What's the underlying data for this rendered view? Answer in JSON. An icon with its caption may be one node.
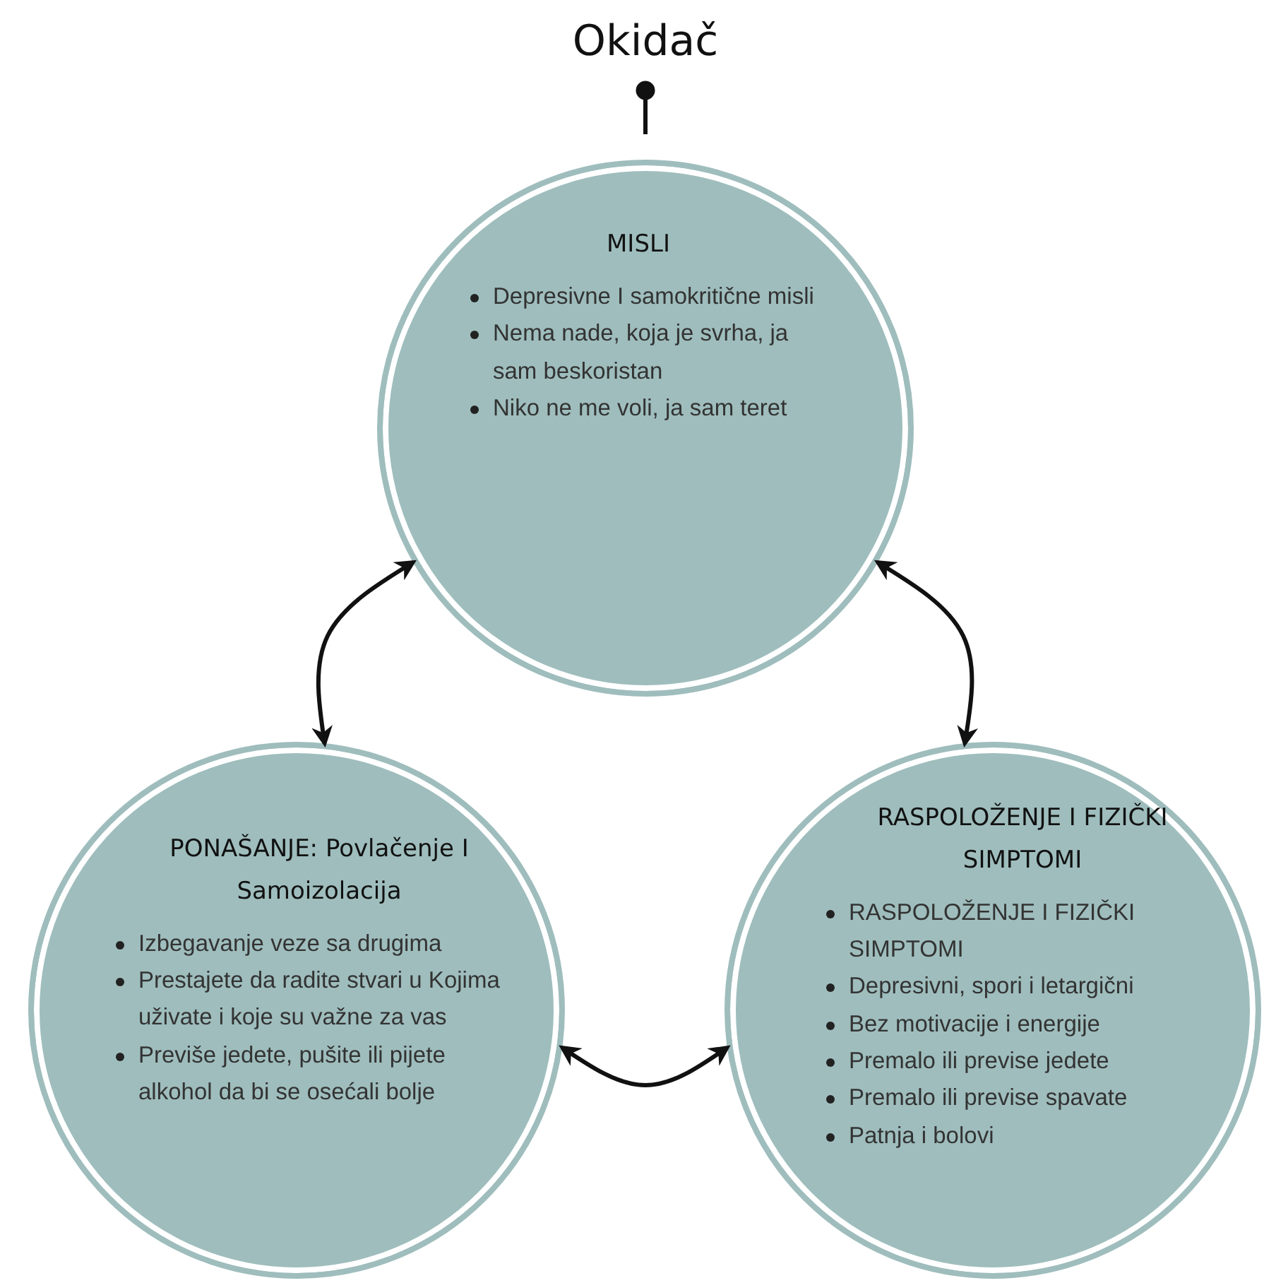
{
  "diagram": {
    "nodes": [
      {
        "text": [
          "Okidač"
        ]
      },
      {
        "text": [
          "MISLI",
          "Depresivne I samokritične misli",
          "Nema nade, koja je svrha, ja sam beskoristan",
          "Niko ne me voli, ja sam teret"
        ]
      },
      {
        "text": [
          "RASPOLOŽENJE I FIZIČKI SIMPTOMI",
          "RASPOLOŽENJE I FIZIČKI SIMPTOMI",
          "Depresivni, spori i letargični",
          "Bez motivacije i energije",
          "Premalo ili previse jedete",
          "Premalo ili previse spavate",
          "Patnja i bolovi"
        ]
      },
      {
        "text": [
          "PONAŠANJE: Povlačenje I Samoizolacija",
          "Izbegavanje veze sa drugima",
          "Prestajete da radite stvari u Kojima uživate i koje su važne za vas",
          "Previše jedete, pušite ili pijete alkohol da bi se osećali bolje"
        ]
      }
    ],
    "edges": [
      {
        "from": 0,
        "to": 1,
        "arrow": "other"
      },
      {
        "from": 1,
        "to": 3,
        "arrow": "both"
      },
      {
        "from": 1,
        "to": 2,
        "arrow": "both"
      },
      {
        "from": 3,
        "to": 2,
        "arrow": "both"
      }
    ]
  }
}
